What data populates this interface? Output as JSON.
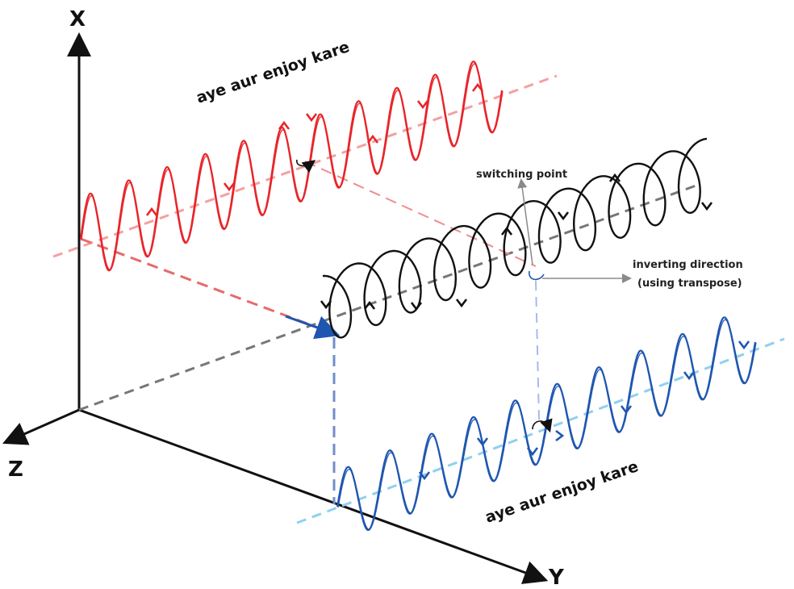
{
  "axes": {
    "x_label": "X",
    "y_label": "Y",
    "z_label": "Z"
  },
  "captions": {
    "top_wave": "aye aur enjoy kare",
    "bottom_wave": "aye aur enjoy kare"
  },
  "annotations": {
    "switching_point": "switching point",
    "inverting_direction": "inverting direction",
    "inverting_direction_sub": "(using transpose)"
  },
  "colors": {
    "axis": "#111111",
    "red_wave": "#e8252a",
    "red_guide": "#f4a0a0",
    "blue_wave": "#1f56b0",
    "blue_guide": "#8fd0f0",
    "helix": "#111111",
    "helix_axis": "#777777",
    "annotation_line": "#8a8a8a"
  }
}
